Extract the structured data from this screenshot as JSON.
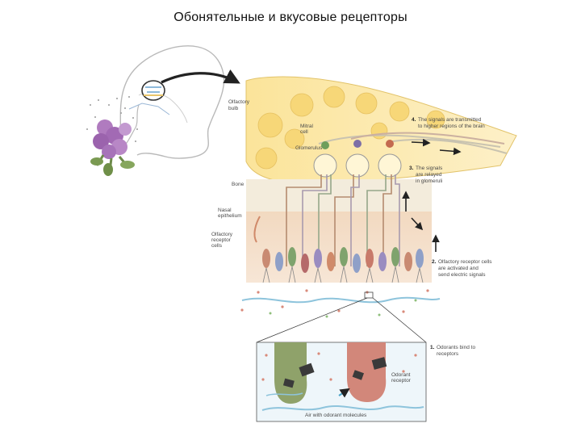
{
  "title": "Обонятельные и вкусовые рецепторы",
  "labels": {
    "olfactory_bulb_1": "Olfactory",
    "olfactory_bulb_2": "bulb",
    "mitral_1": "Mitral",
    "mitral_2": "cell",
    "glomerulus": "Glomerulus",
    "bone": "Bone",
    "nasal_1": "Nasal",
    "nasal_2": "epithelium",
    "receptor_cells_1": "Olfactory",
    "receptor_cells_2": "receptor",
    "receptor_cells_3": "cells",
    "odorant_receptor_1": "Odorant",
    "odorant_receptor_2": "receptor",
    "air": "Air with odorant molecules"
  },
  "steps": [
    {
      "num": "1.",
      "lines": [
        "Odorants bind to",
        "receptors"
      ]
    },
    {
      "num": "2.",
      "lines": [
        "Olfactory receptor cells",
        "are activated and",
        "send electric signals"
      ]
    },
    {
      "num": "3.",
      "lines": [
        "The signals",
        "are relayed",
        "in glomeruli"
      ]
    },
    {
      "num": "4.",
      "lines": [
        "The signals are transmitted",
        "to higher regions of the brain"
      ]
    }
  ]
}
